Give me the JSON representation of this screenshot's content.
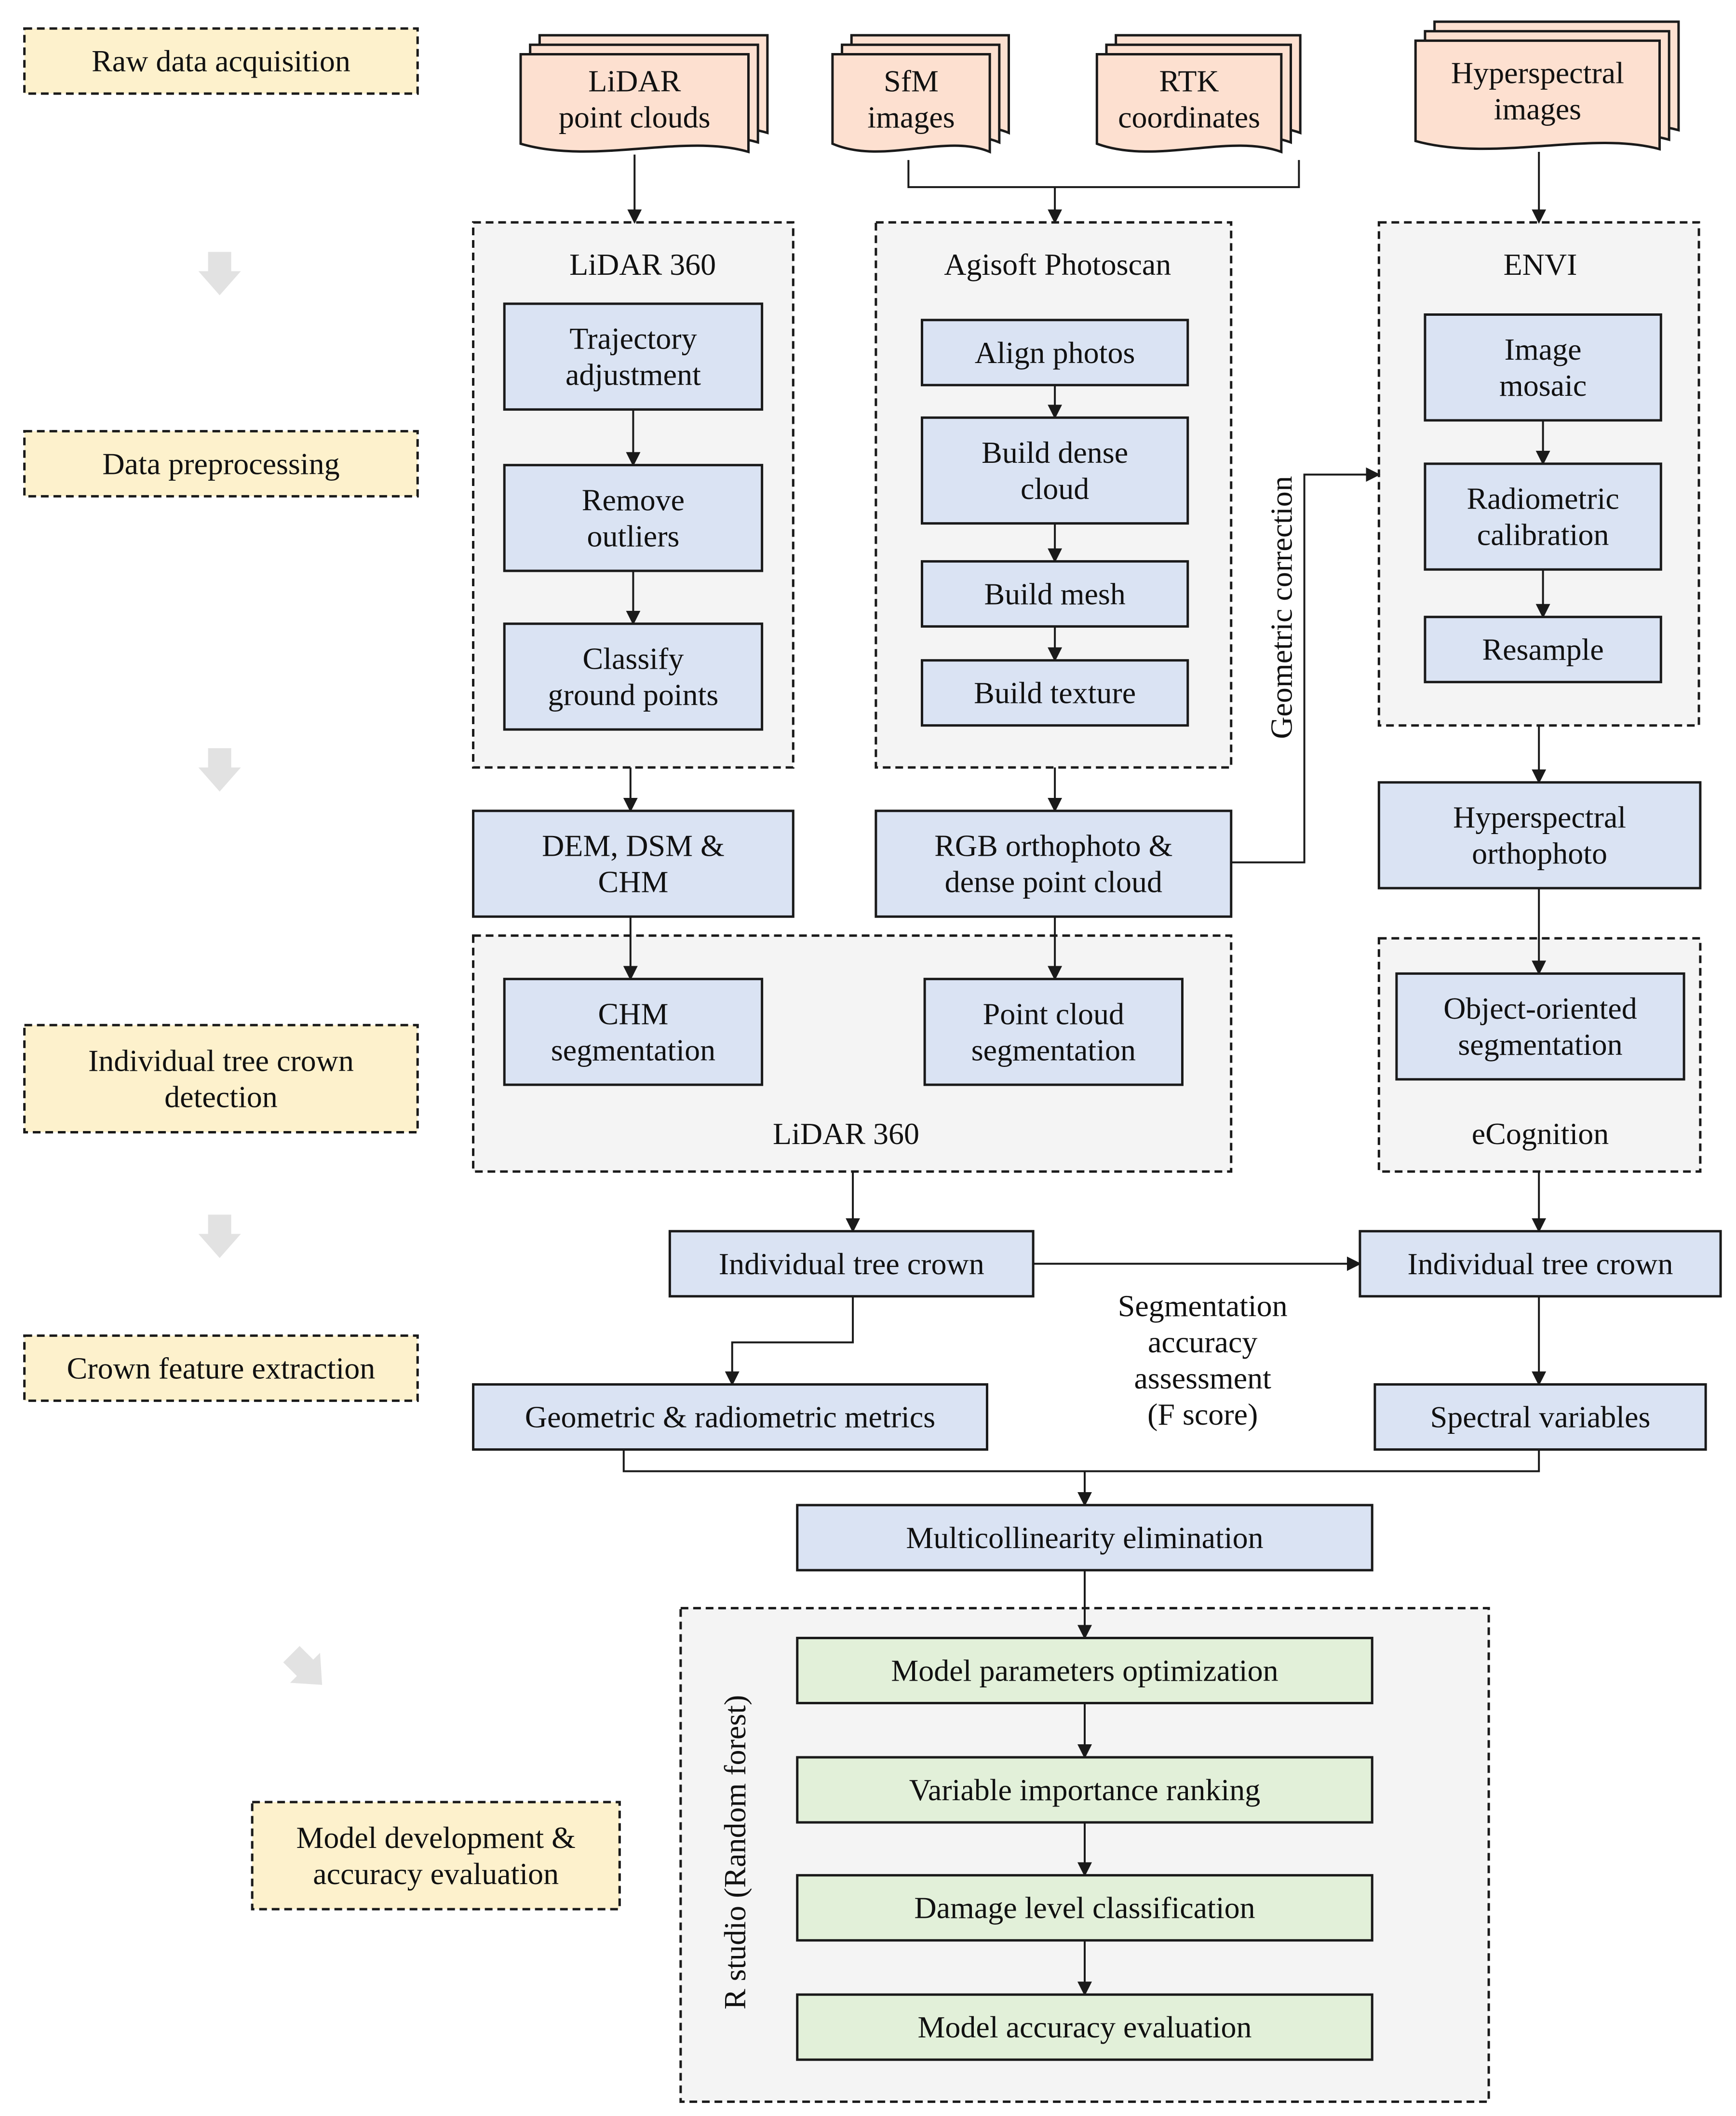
{
  "stages": [
    {
      "id": "raw",
      "lines": [
        "Raw data acquisition"
      ]
    },
    {
      "id": "pre",
      "lines": [
        "Data preprocessing"
      ]
    },
    {
      "id": "itcd",
      "lines": [
        "Individual tree crown",
        "detection"
      ]
    },
    {
      "id": "cfe",
      "lines": [
        "Crown feature extraction"
      ]
    },
    {
      "id": "model",
      "lines": [
        "Model development &",
        "accuracy evaluation"
      ]
    }
  ],
  "inputs": {
    "lidar": [
      "LiDAR",
      "point clouds"
    ],
    "sfm": [
      "SfM",
      "images"
    ],
    "rtk": [
      "RTK",
      "coordinates"
    ],
    "hyper": [
      "Hyperspectral",
      "images"
    ]
  },
  "groups": {
    "lidar360_top": [
      "LiDAR 360"
    ],
    "agisoft": [
      "Agisoft Photoscan"
    ],
    "envi": [
      "ENVI"
    ],
    "lidar360_seg": [
      "LiDAR 360"
    ],
    "ecognition": [
      "eCognition"
    ],
    "rstudio": [
      "R studio (Random forest)"
    ]
  },
  "steps": {
    "traj": [
      "Trajectory",
      "adjustment"
    ],
    "outliers": [
      "Remove",
      "outliers"
    ],
    "ground": [
      "Classify",
      "ground points"
    ],
    "align": [
      "Align photos"
    ],
    "dense": [
      "Build dense",
      "cloud"
    ],
    "mesh": [
      "Build mesh"
    ],
    "texture": [
      "Build texture"
    ],
    "mosaic": [
      "Image",
      "mosaic"
    ],
    "radcal": [
      "Radiometric",
      "calibration"
    ],
    "resample": [
      "Resample"
    ],
    "dem": [
      "DEM, DSM &",
      "CHM"
    ],
    "rgb": [
      "RGB orthophoto &",
      "dense point cloud"
    ],
    "hyortho": [
      "Hyperspectral",
      "orthophoto"
    ],
    "chmseg": [
      "CHM",
      "segmentation"
    ],
    "pcseg": [
      "Point cloud",
      "segmentation"
    ],
    "oos": [
      "Object-oriented",
      "segmentation"
    ],
    "itc_left": [
      "Individual tree crown"
    ],
    "itc_right": [
      "Individual tree crown"
    ],
    "geom": [
      "Geometric & radiometric metrics"
    ],
    "spectral": [
      "Spectral variables"
    ],
    "multi": [
      "Multicollinearity elimination"
    ],
    "mpo": [
      "Model parameters optimization"
    ],
    "vir": [
      "Variable importance ranking"
    ],
    "dlc": [
      "Damage level classification"
    ],
    "mae": [
      "Model accuracy evaluation"
    ]
  },
  "annotations": {
    "geocorr": "Geometric correction",
    "segacc": [
      "Segmentation",
      "accuracy",
      "assessment",
      "(F score)"
    ]
  },
  "colors": {
    "stage_fill": "#fdf1cc",
    "input_fill": "#fde0d0",
    "step_fill": "#dae3f3",
    "model_fill": "#e2f0d9",
    "group_fill": "#f4f4f4",
    "stroke": "#1a1a1a",
    "stage_arrow": "#e2e2e2"
  }
}
